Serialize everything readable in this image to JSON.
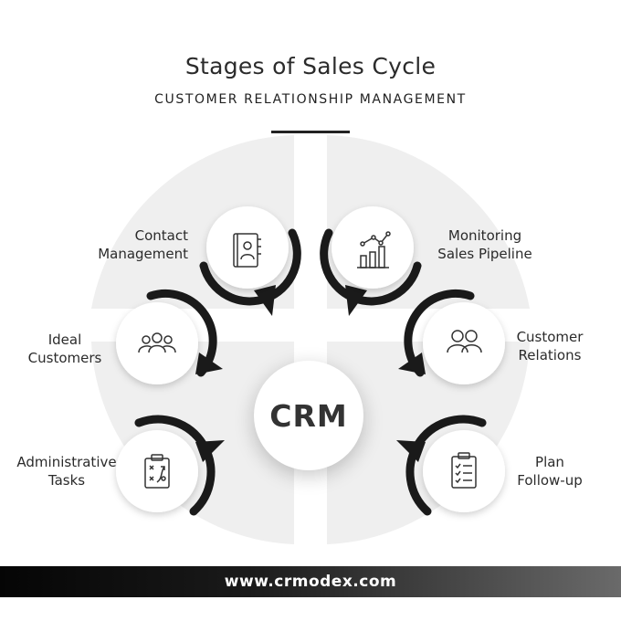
{
  "header": {
    "title": "Stages of Sales Cycle",
    "subtitle": "CUSTOMER RELATIONSHIP MANAGEMENT"
  },
  "center": {
    "label": "CRM"
  },
  "stages": [
    {
      "id": "contact",
      "label": "Contact\nManagement",
      "icon": "contact-book-icon"
    },
    {
      "id": "monitoring",
      "label": "Monitoring\nSales Pipeline",
      "icon": "bar-chart-icon"
    },
    {
      "id": "ideal",
      "label": "Ideal\nCustomers",
      "icon": "users-group-icon"
    },
    {
      "id": "relations",
      "label": "Customer\nRelations",
      "icon": "two-users-icon"
    },
    {
      "id": "admin",
      "label": "Administrative\nTasks",
      "icon": "clipboard-strategy-icon"
    },
    {
      "id": "plan",
      "label": "Plan\nFollow-up",
      "icon": "checklist-icon"
    }
  ],
  "footer": {
    "url": "www.crmodex.com"
  },
  "colors": {
    "dark": "#1a1a1a",
    "background_shape": "#efefef",
    "text": "#2b2b2b"
  }
}
